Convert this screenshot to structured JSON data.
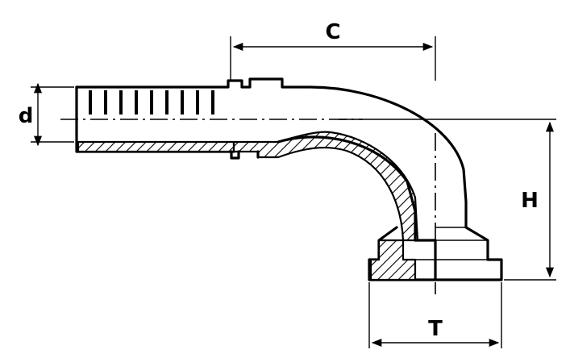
{
  "drawing": {
    "line_color": "#000000",
    "background": "#ffffff",
    "labels": {
      "c": "C",
      "d": "d",
      "h": "H",
      "t": "T"
    }
  }
}
